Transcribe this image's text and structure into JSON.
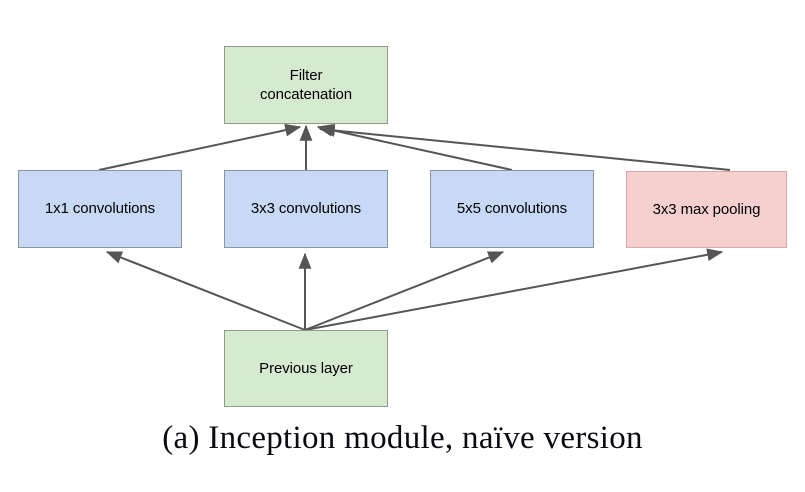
{
  "figure": {
    "caption": "(a)  Inception module, naïve version",
    "background_color": "#ffffff"
  },
  "palette": {
    "green_fill": "#d6ead0",
    "green_stroke": "#8f9c8c",
    "blue_fill": "#c7d9f5",
    "blue_stroke": "#8b94a3",
    "pink_fill": "#f6cfcf",
    "pink_stroke": "#dba8ab",
    "arrow_stroke": "#555555",
    "text_color": "#000000"
  },
  "nodes": {
    "filter_concatenation": {
      "label": "Filter\nconcatenation",
      "type": "output",
      "color": "#d6ead0"
    },
    "conv_1x1": {
      "label": "1x1 convolutions",
      "type": "convolution",
      "color": "#c7d9f5"
    },
    "conv_3x3": {
      "label": "3x3 convolutions",
      "type": "convolution",
      "color": "#c7d9f5"
    },
    "conv_5x5": {
      "label": "5x5 convolutions",
      "type": "convolution",
      "color": "#c7d9f5"
    },
    "max_pool_3x3": {
      "label": "3x3 max pooling",
      "type": "pooling",
      "color": "#f6cfcf"
    },
    "previous_layer": {
      "label": "Previous layer",
      "type": "input",
      "color": "#d6ead0"
    }
  },
  "edges": [
    {
      "from": "previous_layer",
      "to": "conv_1x1"
    },
    {
      "from": "previous_layer",
      "to": "conv_3x3"
    },
    {
      "from": "previous_layer",
      "to": "conv_5x5"
    },
    {
      "from": "previous_layer",
      "to": "max_pool_3x3"
    },
    {
      "from": "conv_1x1",
      "to": "filter_concatenation"
    },
    {
      "from": "conv_3x3",
      "to": "filter_concatenation"
    },
    {
      "from": "conv_5x5",
      "to": "filter_concatenation"
    },
    {
      "from": "max_pool_3x3",
      "to": "filter_concatenation"
    }
  ]
}
